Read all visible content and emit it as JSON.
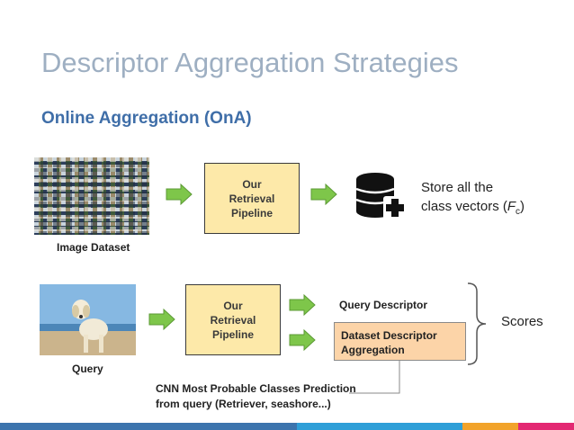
{
  "slide": {
    "title": "Descriptor Aggregation Strategies",
    "subtitle": "Online Aggregation (OnA)"
  },
  "top_row": {
    "dataset_label": "Image Dataset",
    "pipeline_line1": "Our",
    "pipeline_line2": "Retrieval",
    "pipeline_line3": "Pipeline",
    "store_line1": "Store all the",
    "store_line2_prefix": "class vectors (",
    "store_var": "F",
    "store_sub": "c",
    "store_suffix": ")"
  },
  "bottom_row": {
    "query_label": "Query",
    "pipeline_line1": "Our",
    "pipeline_line2": "Retrieval",
    "pipeline_line3": "Pipeline",
    "query_descriptor": "Query Descriptor",
    "agg_line1": "Dataset Descriptor",
    "agg_line2": "Aggregation",
    "scores": "Scores",
    "cnn_line1": "CNN Most Probable Classes Prediction",
    "cnn_line2": "from query (Retriever, seashore...)"
  },
  "icons": {
    "arrow": "right-arrow-icon",
    "database": "database-add-icon",
    "brace": "right-brace"
  },
  "colors": {
    "title": "#9eafc2",
    "subtitle": "#3f6ea8",
    "pipeline_box": "#fde9a9",
    "aggregation_box": "#fcd4a8",
    "arrow_fill": "#7ec64a",
    "bar_segments": [
      "#3c74ad",
      "#2f9fd8",
      "#f2a32a",
      "#e32872"
    ]
  }
}
